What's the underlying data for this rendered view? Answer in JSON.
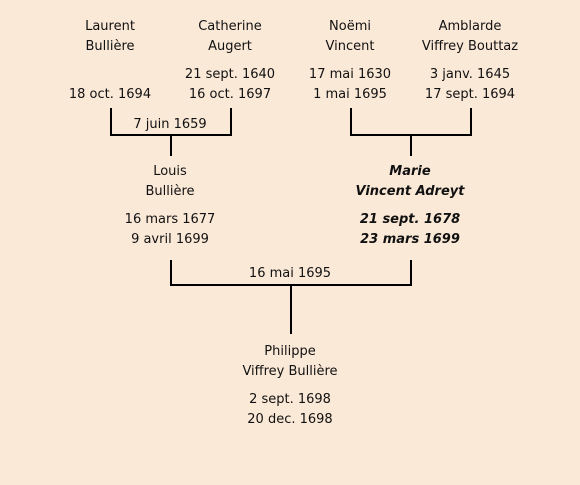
{
  "people": {
    "laurent": {
      "name1": "Laurent",
      "name2": "Bullière",
      "born": "",
      "died": "18 oct. 1694"
    },
    "catherine": {
      "name1": "Catherine",
      "name2": "Augert",
      "born": "21 sept. 1640",
      "died": "16 oct. 1697"
    },
    "noemi": {
      "name1": "Noëmi",
      "name2": "Vincent",
      "born": "17 mai 1630",
      "died": "1 mai 1695"
    },
    "amblarde": {
      "name1": "Amblarde",
      "name2": "Viffrey Bouttaz",
      "born": "3 janv. 1645",
      "died": "17 sept. 1694"
    },
    "louis": {
      "name1": "Louis",
      "name2": "Bullière",
      "born": "16 mars 1677",
      "died": "9 avril 1699"
    },
    "marie": {
      "name1": "Marie",
      "name2": "Vincent Adreyt",
      "born": "21 sept. 1678",
      "died": "23 mars 1699"
    },
    "philippe": {
      "name1": "Philippe",
      "name2": "Viffrey Bullière",
      "born": "2 sept. 1698",
      "died": "20 dec. 1698"
    }
  },
  "marriages": {
    "laurent_catherine": "7 juin 1659",
    "louis_marie": "16 mai 1695"
  }
}
